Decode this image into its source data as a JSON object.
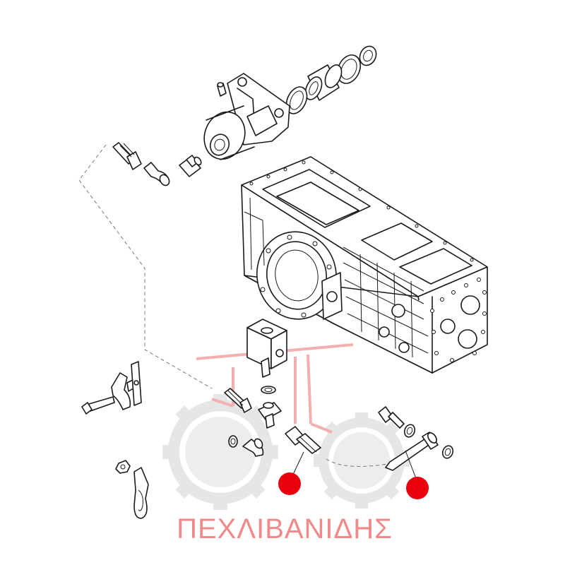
{
  "watermark": {
    "text": "ΠΕΧΛΙΒΑΝΙΔΗΣ",
    "text_color": "#f08a8a",
    "gear_color": "#e6e6e6",
    "logo_color": "#f3b0b0"
  },
  "colors": {
    "line": "#1a1a1a",
    "callout_marker": "#e8000d",
    "leader_dash": "#777777"
  },
  "icons": {
    "callout_marker": "red-dot",
    "logo": "tractor-gear-logo"
  }
}
